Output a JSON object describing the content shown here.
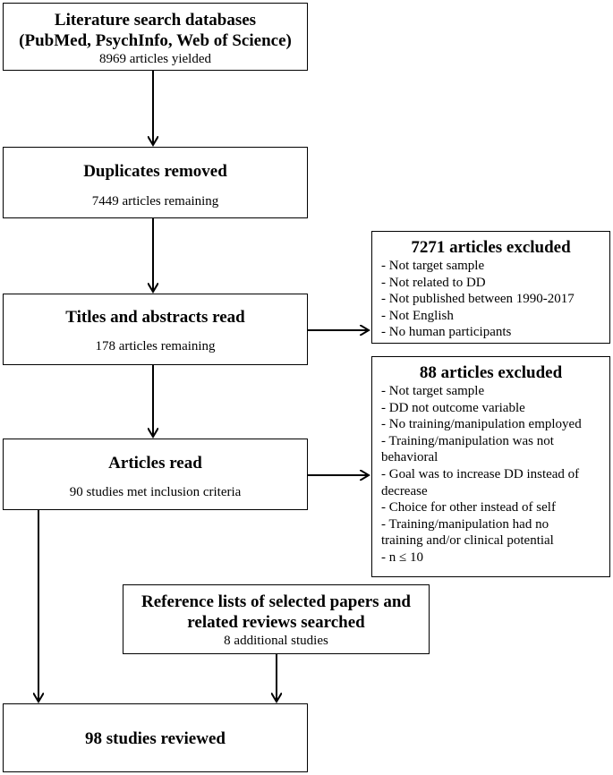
{
  "boxes": {
    "search": {
      "title_line1": "Literature search databases",
      "title_line2": "(PubMed, PsychInfo, Web of Science)",
      "sub": "8969 articles yielded"
    },
    "duplicates": {
      "title": "Duplicates removed",
      "sub": "7449 articles remaining"
    },
    "titles": {
      "title": "Titles and abstracts read",
      "sub": "178 articles remaining"
    },
    "articles": {
      "title": "Articles read",
      "sub": "90 studies met inclusion criteria"
    },
    "references": {
      "title_line1": "Reference lists of selected papers and",
      "title_line2": "related reviews searched",
      "sub": "8 additional studies"
    },
    "final": {
      "title": "98 studies reviewed"
    },
    "excluded1": {
      "title": "7271 articles excluded",
      "items": [
        "- Not target sample",
        "- Not related to DD",
        "- Not published between 1990-2017",
        "- Not English",
        "- No human participants"
      ]
    },
    "excluded2": {
      "title": "88 articles excluded",
      "items": [
        "- Not target sample",
        "- DD not outcome variable",
        "- No training/manipulation employed",
        "- Training/manipulation was not",
        "behavioral",
        "- Goal was to increase DD instead of",
        "decrease",
        "- Choice for other instead of self",
        "- Training/manipulation had no",
        "training and/or clinical potential",
        "- n ≤ 10"
      ]
    }
  }
}
